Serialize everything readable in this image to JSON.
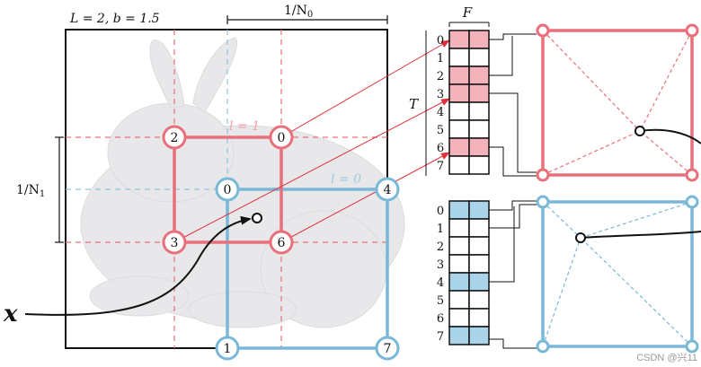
{
  "header": {
    "params_label": "L = 2,   b = 1.5",
    "inv_N0_label": "1/N",
    "inv_N0_sub": "0",
    "inv_N1_label": "1/N",
    "inv_N1_sub": "1"
  },
  "level_labels": {
    "level1": "l = 1",
    "level0": "l = 0"
  },
  "grid_level1": {
    "color": "#e96f7a",
    "corners": [
      "2",
      "0",
      "3",
      "6"
    ]
  },
  "grid_level0": {
    "color": "#7ab8d8",
    "corners": [
      "0",
      "4",
      "1",
      "7"
    ]
  },
  "input_label": "x",
  "table": {
    "F_label": "F",
    "T_label": "T",
    "rows": [
      "0",
      "1",
      "2",
      "3",
      "4",
      "5",
      "6",
      "7"
    ],
    "top_filled_rows": [
      0,
      2,
      3,
      6
    ],
    "bottom_filled_rows": [
      0,
      4,
      7
    ],
    "top_fill": "#f4b3ba",
    "bottom_fill": "#a9d4ea"
  },
  "watermark": "CSDN @兴11"
}
